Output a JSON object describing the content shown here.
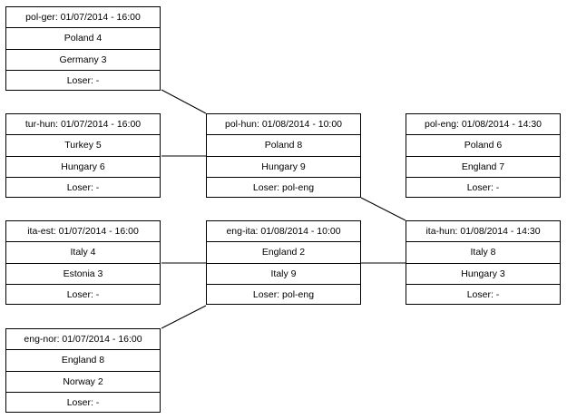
{
  "diagram": {
    "line_color": "#000000",
    "matches": [
      {
        "id": "pol-ger",
        "header": "pol-ger: 01/07/2014 - 16:00",
        "team1": "Poland 4",
        "team2": "Germany 3",
        "loser": "Loser: -"
      },
      {
        "id": "tur-hun",
        "header": "tur-hun: 01/07/2014 - 16:00",
        "team1": "Turkey 5",
        "team2": "Hungary 6",
        "loser": "Loser: -"
      },
      {
        "id": "ita-est",
        "header": "ita-est: 01/07/2014 - 16:00",
        "team1": "Italy 4",
        "team2": "Estonia 3",
        "loser": "Loser: -"
      },
      {
        "id": "eng-nor",
        "header": "eng-nor: 01/07/2014 - 16:00",
        "team1": "England 8",
        "team2": "Norway 2",
        "loser": "Loser: -"
      },
      {
        "id": "pol-hun",
        "header": "pol-hun: 01/08/2014 - 10:00",
        "team1": "Poland 8",
        "team2": "Hungary 9",
        "loser": "Loser: pol-eng"
      },
      {
        "id": "eng-ita",
        "header": "eng-ita: 01/08/2014 - 10:00",
        "team1": "England 2",
        "team2": "Italy 9",
        "loser": "Loser: pol-eng"
      },
      {
        "id": "pol-eng",
        "header": "pol-eng: 01/08/2014 - 14:30",
        "team1": "Poland 6",
        "team2": "England 7",
        "loser": "Loser: -"
      },
      {
        "id": "ita-hun",
        "header": "ita-hun: 01/08/2014 - 14:30",
        "team1": "Italy 8",
        "team2": "Hungary 3",
        "loser": "Loser: -"
      }
    ],
    "connections": [
      {
        "from": "pol-ger",
        "to": "pol-hun"
      },
      {
        "from": "tur-hun",
        "to": "pol-hun"
      },
      {
        "from": "ita-est",
        "to": "eng-ita"
      },
      {
        "from": "eng-nor",
        "to": "eng-ita"
      },
      {
        "from": "pol-hun",
        "to": "ita-hun"
      },
      {
        "from": "eng-ita",
        "to": "ita-hun"
      }
    ]
  }
}
